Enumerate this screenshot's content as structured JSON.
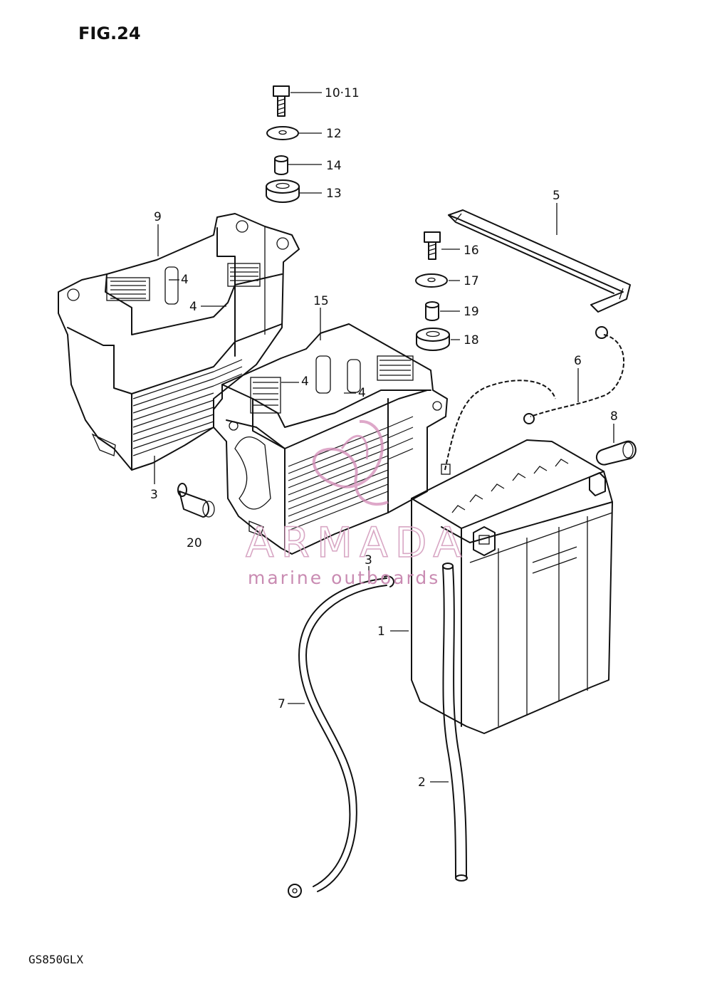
{
  "figure": {
    "title": "FIG.24",
    "model_code": "GS850GLX"
  },
  "watermark": {
    "brand": "ARMADA",
    "tagline": "marine outboards",
    "color": "#d8a7c4"
  },
  "callouts": [
    {
      "id": "c-10-11",
      "text": "10·11"
    },
    {
      "id": "c-12",
      "text": "12"
    },
    {
      "id": "c-14",
      "text": "14"
    },
    {
      "id": "c-13",
      "text": "13"
    },
    {
      "id": "c-9",
      "text": "9"
    },
    {
      "id": "c-4a",
      "text": "4"
    },
    {
      "id": "c-4b",
      "text": "4"
    },
    {
      "id": "c-15",
      "text": "15"
    },
    {
      "id": "c-4c",
      "text": "4"
    },
    {
      "id": "c-4d",
      "text": "4"
    },
    {
      "id": "c-5",
      "text": "5"
    },
    {
      "id": "c-16",
      "text": "16"
    },
    {
      "id": "c-17",
      "text": "17"
    },
    {
      "id": "c-19",
      "text": "19"
    },
    {
      "id": "c-18",
      "text": "18"
    },
    {
      "id": "c-6",
      "text": "6"
    },
    {
      "id": "c-8",
      "text": "8"
    },
    {
      "id": "c-3a",
      "text": "3"
    },
    {
      "id": "c-20",
      "text": "20"
    },
    {
      "id": "c-3b",
      "text": "3"
    },
    {
      "id": "c-1",
      "text": "1"
    },
    {
      "id": "c-7",
      "text": "7"
    },
    {
      "id": "c-2",
      "text": "2"
    }
  ]
}
